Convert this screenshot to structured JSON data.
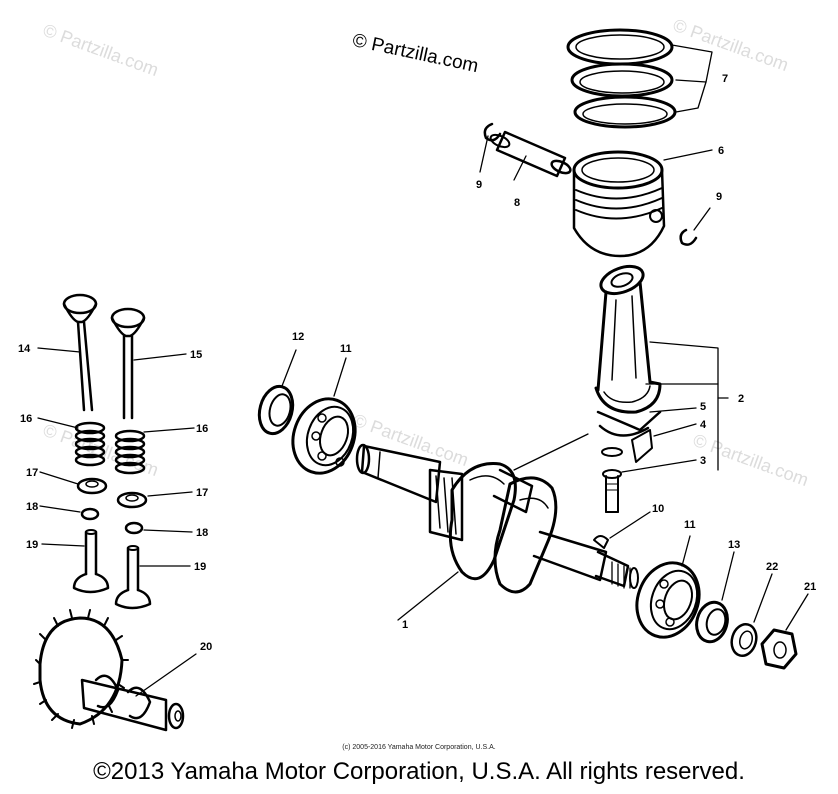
{
  "watermark": {
    "main": "© Partzilla.com",
    "faint": "© Partzilla.com"
  },
  "callouts": {
    "c1": "1",
    "c2": "2",
    "c3": "3",
    "c4": "4",
    "c5": "5",
    "c6": "6",
    "c7": "7",
    "c8": "8",
    "c9a": "9",
    "c9b": "9",
    "c10": "10",
    "c11a": "11",
    "c11b": "11",
    "c12": "12",
    "c13": "13",
    "c14": "14",
    "c15": "15",
    "c16a": "16",
    "c16b": "16",
    "c17a": "17",
    "c17b": "17",
    "c18a": "18",
    "c18b": "18",
    "c19a": "19",
    "c19b": "19",
    "c20": "20",
    "c21": "21",
    "c22": "22"
  },
  "footer": {
    "small": "(c) 2005-2016 Yamaha Motor Corporation, U.S.A.",
    "main": "©2013 Yamaha Motor Corporation, U.S.A. All rights reserved."
  },
  "colors": {
    "ink": "#000000",
    "watermark": "#dcdcdc",
    "background": "#ffffff"
  }
}
